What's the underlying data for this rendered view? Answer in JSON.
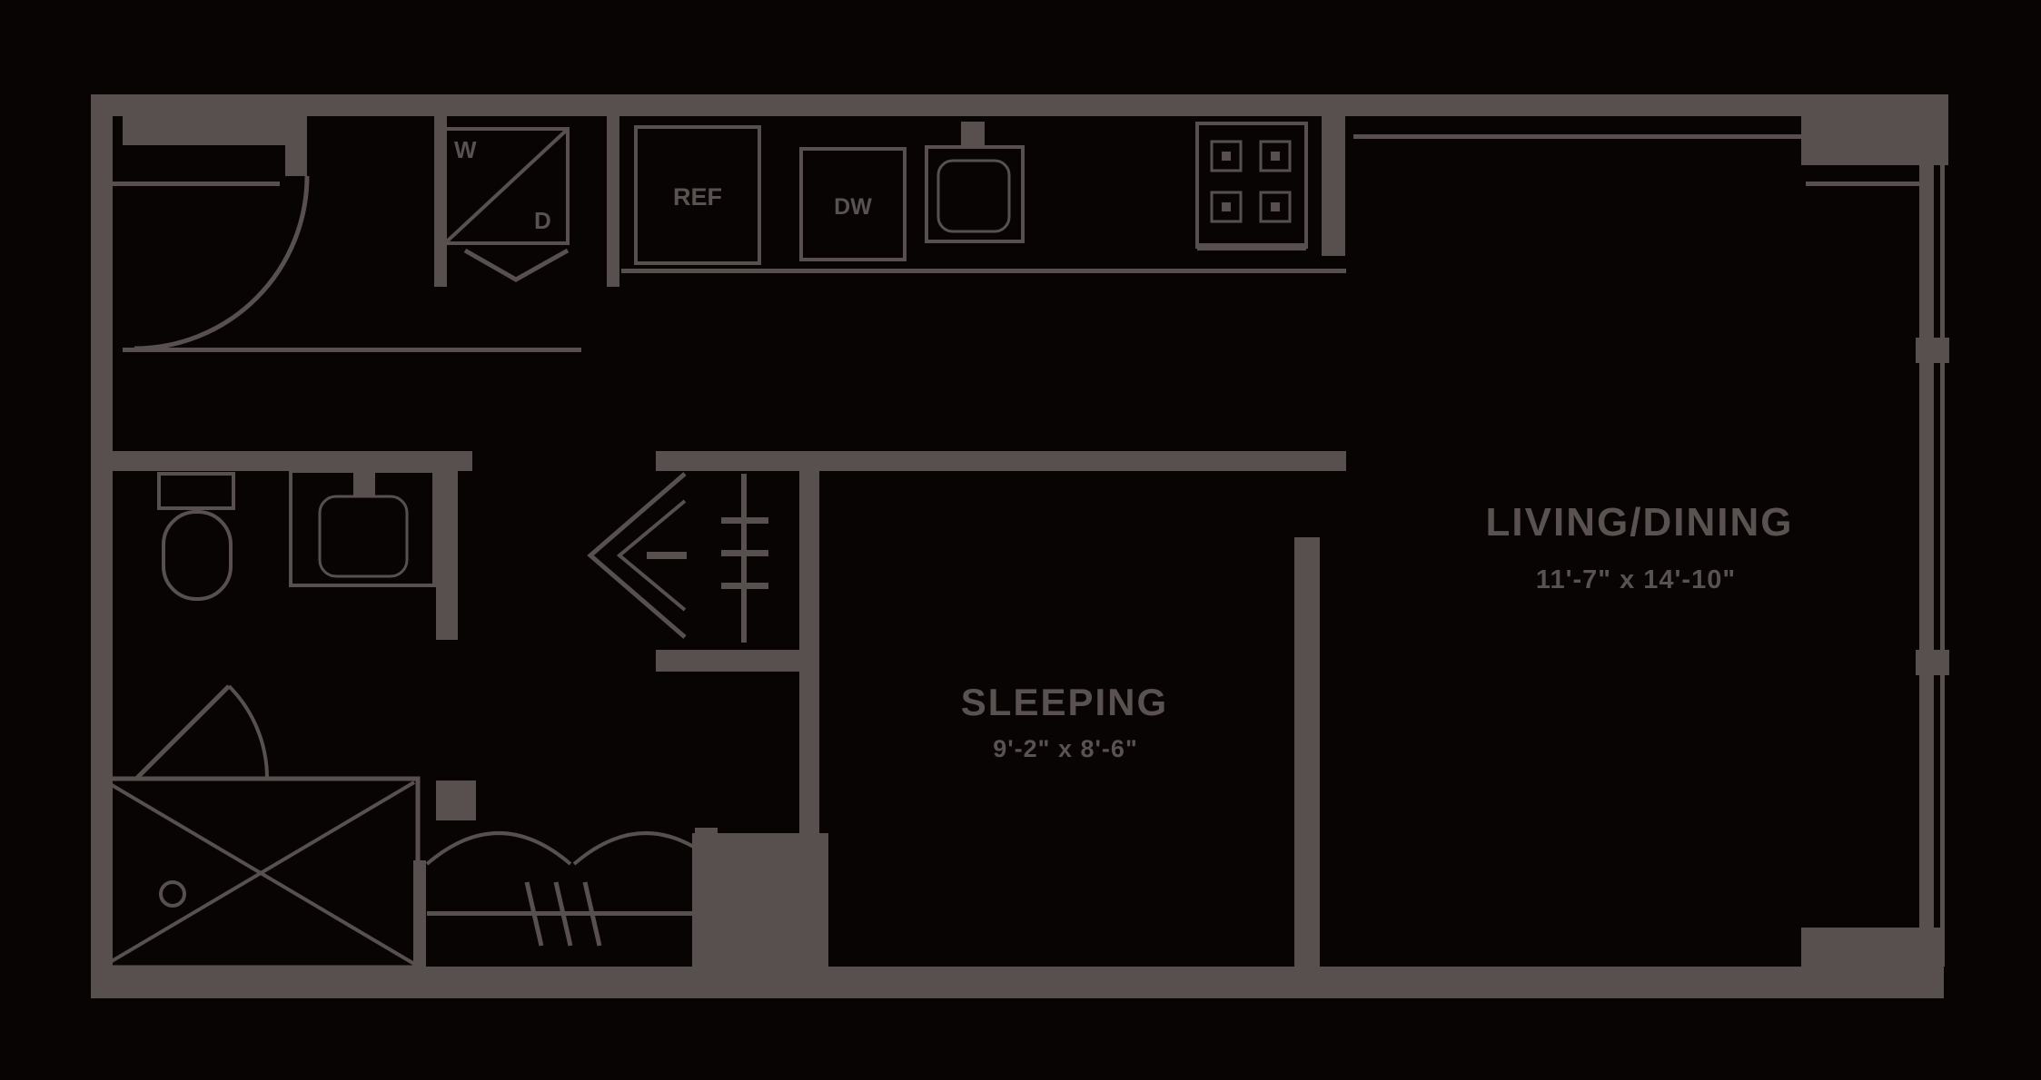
{
  "plan": {
    "type": "apartment-floor-plan",
    "colors": {
      "background": "#080404",
      "walls_and_text": "#57504e"
    },
    "rooms": {
      "living_dining": {
        "label": "LIVING/DINING",
        "dims": "11'-7\" x 14'-10\""
      },
      "sleeping": {
        "label": "SLEEPING",
        "dims": "9'-2\" x 8'-6\""
      }
    },
    "appliances": {
      "washer": "W",
      "dryer": "D",
      "refrigerator": "REF",
      "dishwasher": "DW"
    },
    "symbols": [
      "entry-door-swing",
      "washer-dryer-closet-bifold",
      "kitchen-counter-edge",
      "kitchen-sink",
      "stove-4-burner",
      "toilet",
      "bathroom-vanity-sink",
      "bathroom-door-swing",
      "shower-x",
      "shower-drain",
      "linen-closet-double-doors",
      "closet-rod-hangers",
      "bedroom-closet-bifold-chevrons",
      "plumbing-chase",
      "window-wall-glazing"
    ]
  }
}
